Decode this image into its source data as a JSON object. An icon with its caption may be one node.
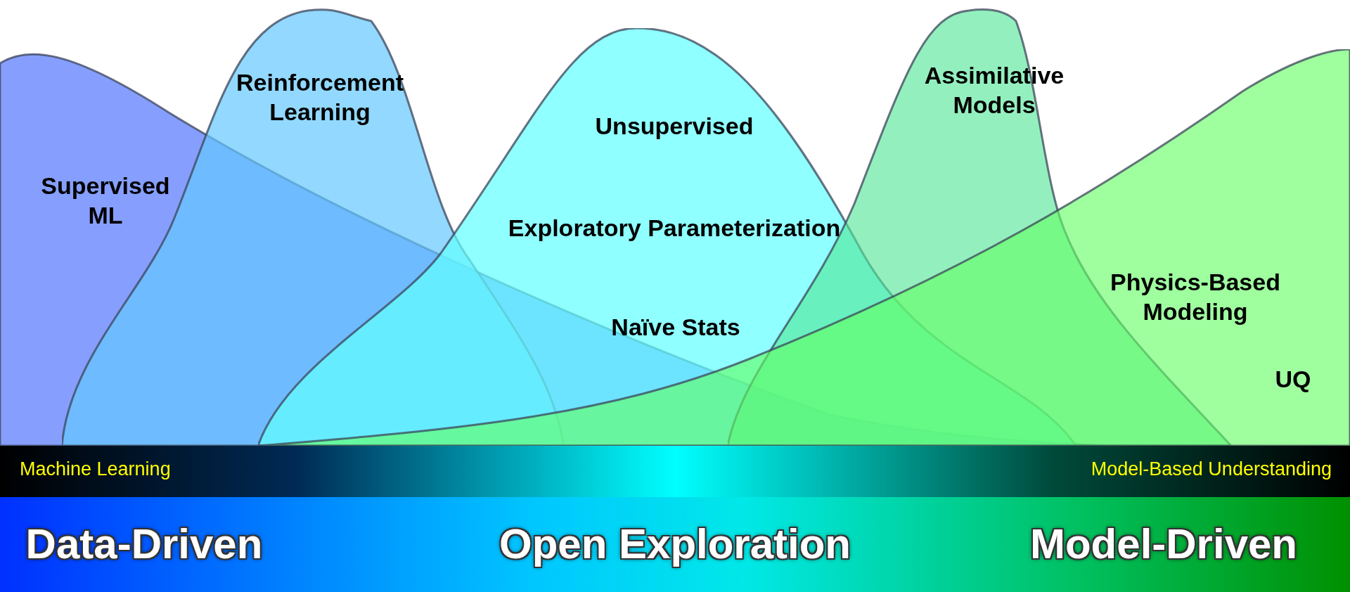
{
  "diagram": {
    "nodes": [
      {
        "text": [
          "Supervised ML"
        ]
      },
      {
        "text": [
          "Reinforcement Learning"
        ]
      },
      {
        "text": [
          "Unsupervised",
          "Exploratory Parameterization",
          "Naïve Stats"
        ]
      },
      {
        "text": [
          "Assimilative Models"
        ]
      },
      {
        "text": [
          "Physics-Based Modeling",
          "UQ"
        ]
      }
    ],
    "edges": [],
    "labels": [
      "Machine Learning",
      "Model-Based Understanding",
      "Data-Driven",
      "Open Exploration",
      "Model-Driven"
    ]
  }
}
